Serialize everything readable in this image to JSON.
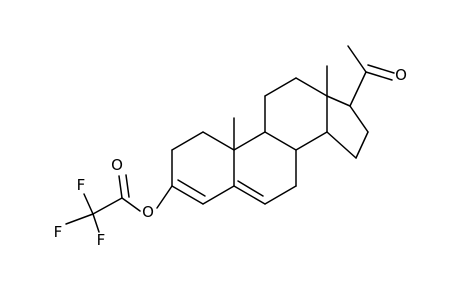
{
  "molecule": {
    "atom_labels": {
      "carbonyl_oxygen": "O",
      "ester_carbonyl_oxygen": "O",
      "ester_oxygen": "O",
      "fluorine_1": "F",
      "fluorine_2": "F",
      "fluorine_3": "F"
    },
    "colors": {
      "bond": "#000000",
      "label": "#000000",
      "background": "#ffffff"
    }
  }
}
